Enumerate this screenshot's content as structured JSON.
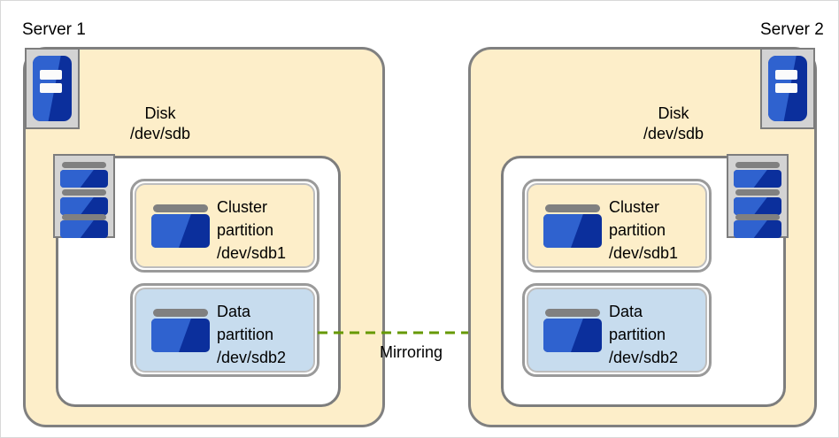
{
  "diagram": {
    "title_left": "Server 1",
    "title_right": "Server 2",
    "mirroring_label": "Mirroring",
    "colors": {
      "server_fill": "#fdeec9",
      "disk_fill": "#ffffff",
      "cluster_partition_fill": "#fdeec9",
      "data_partition_fill": "#c7dcee",
      "border_gray": "#808080",
      "icon_blue_light": "#2f62cf",
      "icon_blue_dark": "#0b2f9c",
      "arrow_green": "#669900"
    }
  },
  "servers": [
    {
      "name": "Server 1",
      "icon_name": "server-unit-icon",
      "disk": {
        "label_line1": "Disk",
        "label_line2": "/dev/sdb",
        "stack_icon_name": "disk-stack-icon",
        "partitions": [
          {
            "kind": "cluster",
            "line1": "Cluster",
            "line2": "partition",
            "line3": "/dev/sdb1",
            "icon_name": "partition-icon"
          },
          {
            "kind": "data",
            "line1": "Data",
            "line2": "partition",
            "line3": "/dev/sdb2",
            "icon_name": "partition-icon"
          }
        ]
      }
    },
    {
      "name": "Server 2",
      "icon_name": "server-unit-icon",
      "disk": {
        "label_line1": "Disk",
        "label_line2": "/dev/sdb",
        "stack_icon_name": "disk-stack-icon",
        "partitions": [
          {
            "kind": "cluster",
            "line1": "Cluster",
            "line2": "partition",
            "line3": "/dev/sdb1",
            "icon_name": "partition-icon"
          },
          {
            "kind": "data",
            "line1": "Data",
            "line2": "partition",
            "line3": "/dev/sdb2",
            "icon_name": "partition-icon"
          }
        ]
      }
    }
  ],
  "connection": {
    "label": "Mirroring",
    "direction": "left-to-right",
    "style": "dashed",
    "from": "Server 1 /dev/sdb2",
    "to": "Server 2 /dev/sdb2"
  }
}
